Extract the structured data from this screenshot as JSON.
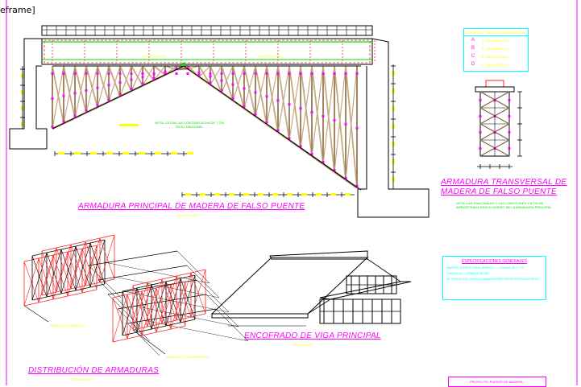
{
  "frame_label": "eframe]",
  "titles": {
    "main_truss": "ARMADURA PRINCIPAL DE MADERA DE FALSO PUENTE",
    "main_truss_scale": "ESCALA 1/100",
    "transverse_truss_line1": "ARMADURA TRANSVERSAL DE",
    "transverse_truss_line2": "MADERA DE FALSO PUENTE",
    "distribution": "DISTRIBUCIÓN DE ARMADURAS",
    "distribution_scale": "ESCALA 1/100",
    "formwork": "ENCOFRADO DE VIGA PRINCIPAL",
    "formwork_scale": "ESCALA S/E"
  },
  "notes": {
    "truss_note": "NOTA: CELDA LAS CONTRAFLECHA DE 7 CM EN EL DIAGONAL",
    "transverse_note": "NOTA: LAS DIAGONALES Y LAS LONGITUDES Y 8 CM DE ARRIOSTRADA SEGUN DISEÑO DE LA ARMADURA PRINCIPAL",
    "label_left": "VIGA PRINCIPAL",
    "label_right": "VIGA PRINCIPAL",
    "distribution_label_a": "ARMADURA PRINCIPAL",
    "distribution_label_b": "ARMADURA TRANSVERSAL"
  },
  "legend": {
    "header_a": "ELEMENTO",
    "header_b": "SECCION TRANSVERSAL",
    "rows": [
      {
        "letter": "A",
        "desc": "8\" DE DIAMETRO"
      },
      {
        "letter": "B",
        "desc": "6\" DE DIAMETRO"
      },
      {
        "letter": "C",
        "desc": "4\" DE DIAMETRO"
      },
      {
        "letter": "D",
        "desc": "4\" DE DIAMETRO"
      }
    ]
  },
  "specs": {
    "title": "ESPECIFICACIONES GENERALES",
    "line1": "MADERA: ESTRUCTURAL GRUPO C — CLAVOS DE 4\" Y 6\"",
    "line2": "TORNILLOS — PERNOS DE 5/8\"",
    "line3": "EN TODOS LOS CASOS LA MADERA DEBE ESTAR EN ESTADO SECO"
  },
  "stamp": "PROYECTO: PUENTE DE MADERA",
  "colors": {
    "magenta": "#ff00ff",
    "yellow": "#ffff00",
    "cyan": "#00ffff",
    "green": "#00e000",
    "red": "#ff2020",
    "tan": "#c8a880"
  }
}
